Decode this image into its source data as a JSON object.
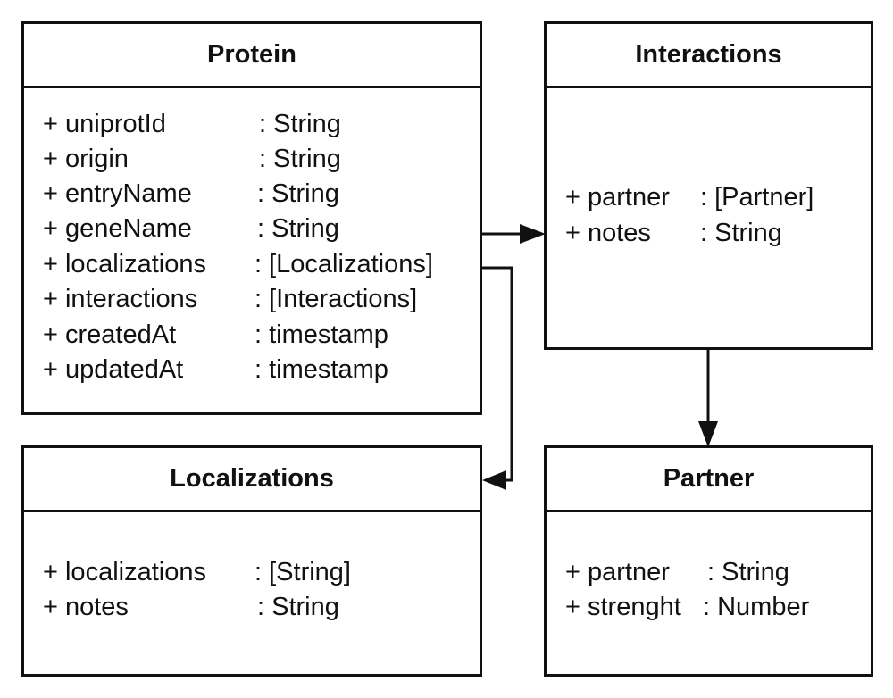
{
  "classes": {
    "protein": {
      "name": "Protein",
      "attributes": [
        {
          "name": "+ uniprotId",
          "type": ": String"
        },
        {
          "name": "+ origin",
          "type": ": String"
        },
        {
          "name": "+ entryName",
          "type": ": String"
        },
        {
          "name": "+ geneName",
          "type": ": String"
        },
        {
          "name": "+ localizations",
          "type": ": [Localizations]"
        },
        {
          "name": "+ interactions",
          "type": ": [Interactions]"
        },
        {
          "name": "+ createdAt",
          "type": ": timestamp"
        },
        {
          "name": "+ updatedAt",
          "type": ": timestamp"
        }
      ]
    },
    "interactions": {
      "name": "Interactions",
      "attributes": [
        {
          "name": "+ partner",
          "type": ": [Partner]"
        },
        {
          "name": "+ notes",
          "type": ": String"
        }
      ]
    },
    "localizations": {
      "name": "Localizations",
      "attributes": [
        {
          "name": "+ localizations",
          "type": ": [String]"
        },
        {
          "name": "+ notes",
          "type": ": String"
        }
      ]
    },
    "partner": {
      "name": "Partner",
      "attributes": [
        {
          "name": "+ partner",
          "type": ": String"
        },
        {
          "name": "+ strenght",
          "type": ": Number"
        }
      ]
    }
  },
  "colors": {
    "line": "#111111",
    "background": "#ffffff"
  }
}
